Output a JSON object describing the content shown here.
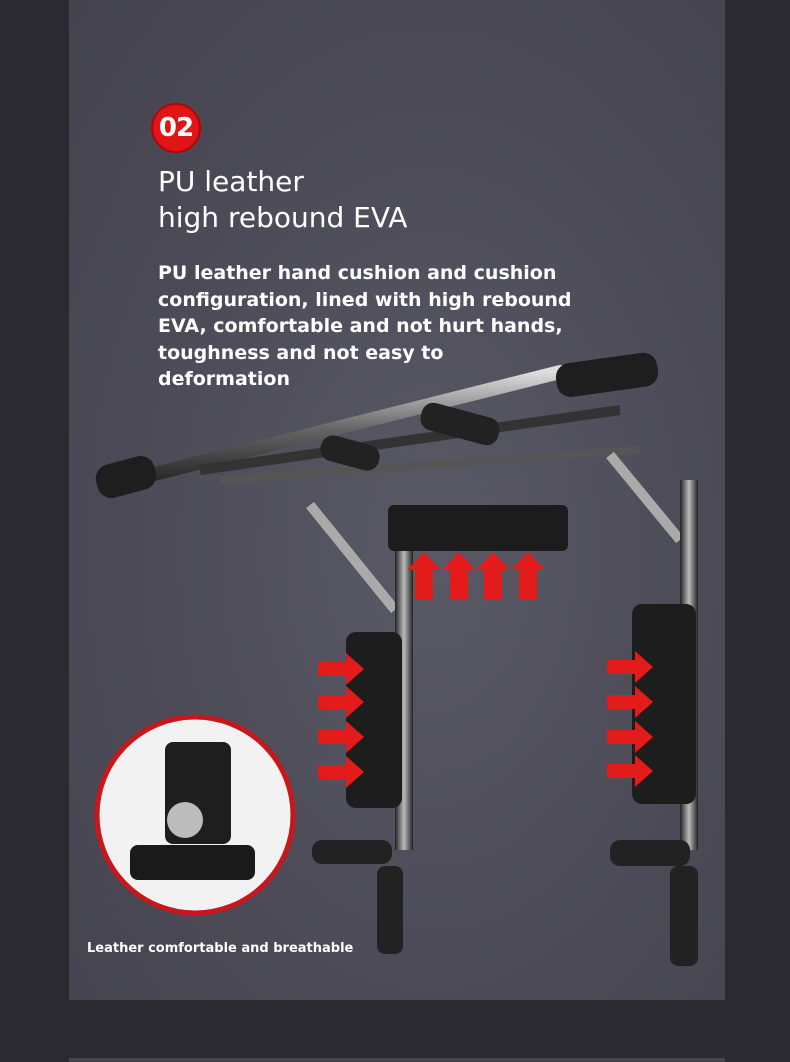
{
  "badge": "02",
  "title_line1": "PU leather",
  "title_line2": "high rebound EVA",
  "description": "PU leather hand cushion and cushion\nconfiguration, lined with high rebound\n EVA, comfortable and not hurt hands,\n toughness and not easy to\ndeformation",
  "caption": "Leather comfortable and breathable",
  "colors": {
    "accent": "#e01616",
    "panel": "#4c4b57",
    "background": "#2b2a30"
  }
}
